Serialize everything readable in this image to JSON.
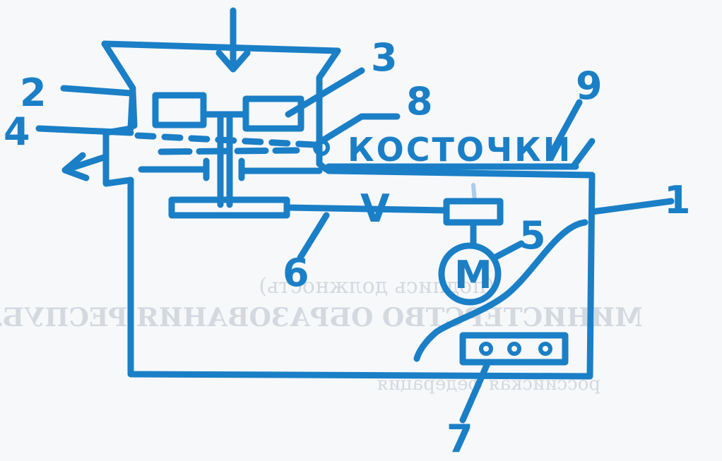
{
  "diagram": {
    "part_labels": [
      "1",
      "2",
      "3",
      "4",
      "5",
      "6",
      "7",
      "8",
      "9"
    ],
    "pits_label": "КОСТОЧКИ",
    "motor_label": "М",
    "belt_label": "V",
    "show_through_text": {
      "line1": "(подпись должность)",
      "line2": "МИНИСТЕРСТВО ОБРАЗОВАНИЯ РЕСПУБЛИКИ",
      "line3": "российская федерация"
    }
  },
  "colors": {
    "ink": "#1a7fc6",
    "paper": "#f7f8fa",
    "bleed_through": "#b9bfca"
  }
}
